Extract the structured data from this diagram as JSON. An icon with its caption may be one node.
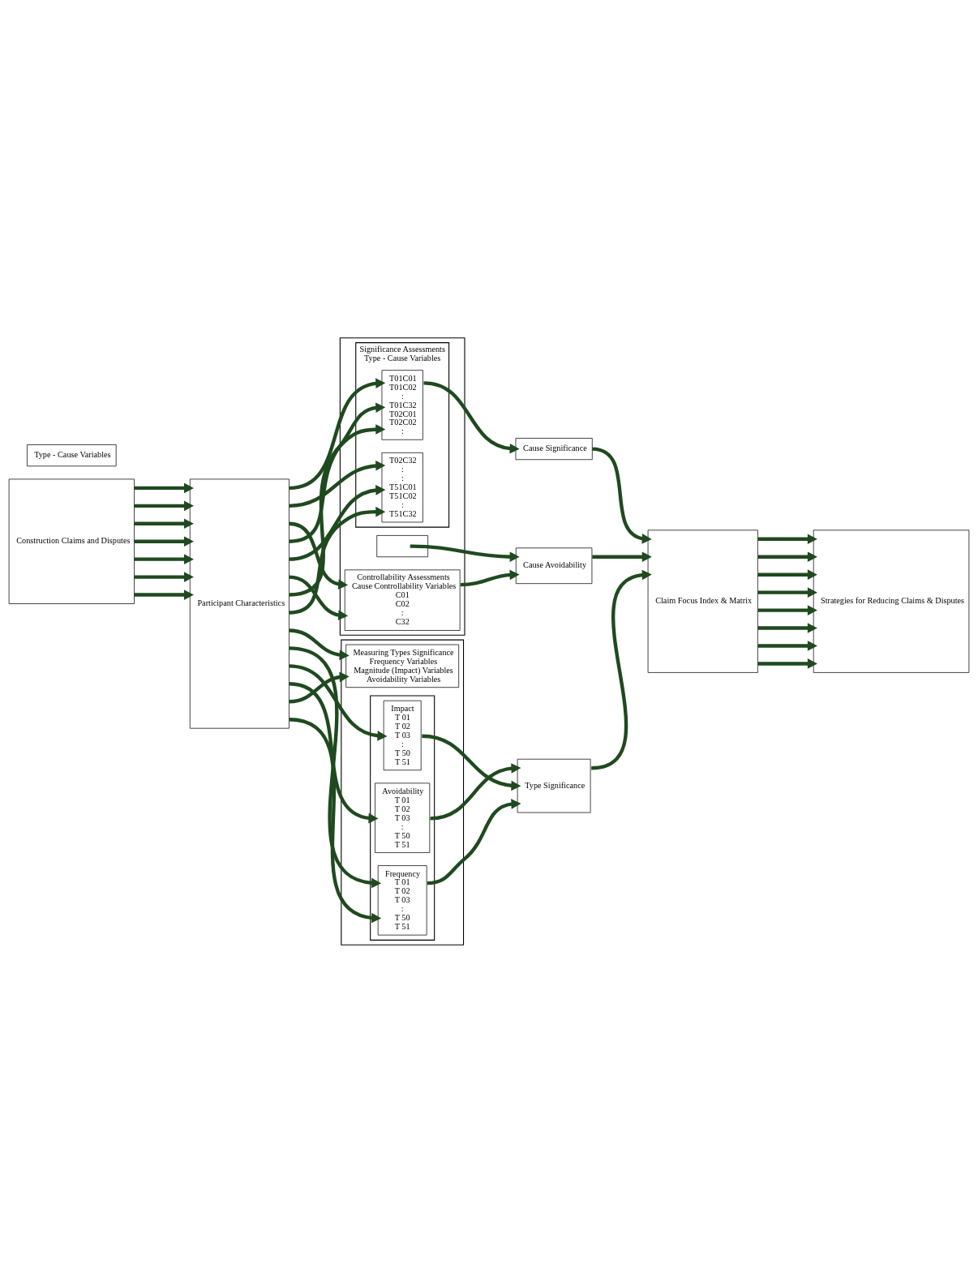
{
  "diagram": {
    "nodes": [
      {
        "text": [
          "Construction Claims and Disputes"
        ]
      },
      {
        "text": [
          "Participant Characteristics"
        ]
      },
      {
        "text": [
          "Type - Cause Variables"
        ]
      },
      {
        "text": [],
        "shape": "box"
      },
      {
        "text": [
          "Significance Assessments",
          "Type - Cause Variables"
        ],
        "in": 3
      },
      {
        "text": [
          "T01C01",
          "T01C02",
          ":",
          "T01C32",
          "T02C01",
          "T02C02",
          ":"
        ],
        "in": 4
      },
      {
        "text": [
          "T02C32",
          ":",
          ":",
          "T51C01",
          "T51C02",
          ":",
          "T51C32"
        ],
        "in": 4
      },
      {
        "text": [],
        "shape": "box",
        "in": 3
      },
      {
        "text": [
          "Controllability Assessments",
          "Cause Controllability Variables",
          "C01",
          "C02",
          ":",
          "C32"
        ],
        "in": 3
      },
      {
        "text": [],
        "shape": "box"
      },
      {
        "text": [
          "Measuring Types Significance",
          "Frequency Variables",
          "Magnitude (Impact) Variables",
          "Avoidability Variables"
        ],
        "in": 9
      },
      {
        "text": [],
        "shape": "box",
        "in": 9
      },
      {
        "text": [
          "Frequency",
          "T 01",
          "T 02",
          "T 03",
          ":",
          "T 50",
          "T 51"
        ],
        "in": 11
      },
      {
        "text": [
          "Impact",
          "T 01",
          "T 02",
          "T 03",
          ":",
          "T 50",
          "T 51"
        ],
        "in": 11
      },
      {
        "text": [
          "Avoidability",
          "T 01",
          "T 02",
          "T 03",
          ":",
          "T 50",
          "T 51"
        ],
        "in": 11
      },
      {
        "text": [
          "Cause Significance"
        ]
      },
      {
        "text": [
          "Cause Avoidability"
        ]
      },
      {
        "text": [
          "Type Significance"
        ]
      },
      {
        "text": [
          "Claim Focus Index & Matrix"
        ]
      },
      {
        "text": [
          "Strategies for Reducing Claims & Disputes"
        ]
      }
    ],
    "edges": [
      {
        "from": 0,
        "to": 1,
        "arrow": "to"
      },
      {
        "from": 0,
        "to": 1,
        "arrow": "to"
      },
      {
        "from": 0,
        "to": 1,
        "arrow": "to"
      },
      {
        "from": 0,
        "to": 1,
        "arrow": "to"
      },
      {
        "from": 0,
        "to": 1,
        "arrow": "to"
      },
      {
        "from": 0,
        "to": 1,
        "arrow": "to"
      },
      {
        "from": 0,
        "to": 1,
        "arrow": "to"
      },
      {
        "from": 1,
        "to": 3,
        "arrow": "to"
      },
      {
        "from": 1,
        "to": 3,
        "arrow": "to"
      },
      {
        "from": 1,
        "to": 3,
        "arrow": "to"
      },
      {
        "from": 1,
        "to": 3,
        "arrow": "to"
      },
      {
        "from": 1,
        "to": 3,
        "arrow": "to"
      },
      {
        "from": 1,
        "to": 3,
        "arrow": "to"
      },
      {
        "from": 1,
        "to": 3,
        "arrow": "to"
      },
      {
        "from": 1,
        "to": 3,
        "arrow": "to"
      },
      {
        "from": 1,
        "to": 9,
        "arrow": "to"
      },
      {
        "from": 1,
        "to": 9,
        "arrow": "to"
      },
      {
        "from": 1,
        "to": 9,
        "arrow": "to"
      },
      {
        "from": 1,
        "to": 9,
        "arrow": "to"
      },
      {
        "from": 1,
        "to": 9,
        "arrow": "to"
      },
      {
        "from": 1,
        "to": 9,
        "arrow": "to"
      },
      {
        "from": 4,
        "to": 15,
        "arrow": "to"
      },
      {
        "from": 7,
        "to": 16,
        "arrow": "to"
      },
      {
        "from": 8,
        "to": 16,
        "arrow": "to"
      },
      {
        "from": 15,
        "to": 18,
        "arrow": "to"
      },
      {
        "from": 16,
        "to": 18,
        "arrow": "to"
      },
      {
        "from": 14,
        "to": 17,
        "arrow": "to"
      },
      {
        "from": 13,
        "to": 17,
        "arrow": "to"
      },
      {
        "from": 12,
        "to": 17,
        "arrow": "to"
      },
      {
        "from": 17,
        "to": 18,
        "arrow": "to"
      },
      {
        "from": 18,
        "to": 19,
        "arrow": "to"
      },
      {
        "from": 18,
        "to": 19,
        "arrow": "to"
      },
      {
        "from": 18,
        "to": 19,
        "arrow": "to"
      },
      {
        "from": 18,
        "to": 19,
        "arrow": "to"
      },
      {
        "from": 18,
        "to": 19,
        "arrow": "to"
      },
      {
        "from": 18,
        "to": 19,
        "arrow": "to"
      },
      {
        "from": 18,
        "to": 19,
        "arrow": "to"
      },
      {
        "from": 18,
        "to": 19,
        "arrow": "to"
      }
    ]
  }
}
